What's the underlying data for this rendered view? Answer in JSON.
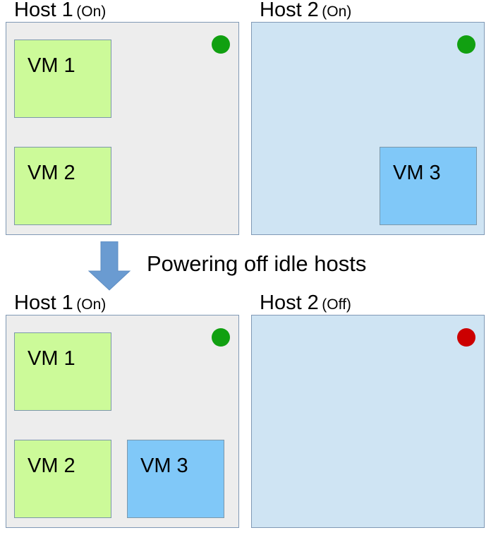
{
  "diagram": {
    "title": "Powering off idle hosts",
    "colors": {
      "host_on_background": "#ededed",
      "host_blue_background": "#cfe4f3",
      "host_border": "#8099b5",
      "vm_green": "#ccfa99",
      "vm_blue": "#80c8f8",
      "vm_border": "#7c98ab",
      "led_on": "#11a011",
      "led_off": "#cc0000",
      "arrow": "#6a9bd1"
    }
  },
  "before": {
    "host1": {
      "name": "Host 1",
      "state": "(On)",
      "led": "green-status-dot",
      "vms": [
        {
          "label": "VM 1",
          "color": "green"
        },
        {
          "label": "VM 2",
          "color": "green"
        }
      ]
    },
    "host2": {
      "name": "Host 2",
      "state": "(On)",
      "led": "green-status-dot",
      "vms": [
        {
          "label": "VM 3",
          "color": "blue"
        }
      ]
    }
  },
  "transition": {
    "caption": "Powering off idle hosts",
    "arrow_icon": "down-arrow-icon"
  },
  "after": {
    "host1": {
      "name": "Host 1",
      "state": "(On)",
      "led": "green-status-dot",
      "vms": [
        {
          "label": "VM 1",
          "color": "green"
        },
        {
          "label": "VM 2",
          "color": "green"
        },
        {
          "label": "VM 3",
          "color": "blue"
        }
      ]
    },
    "host2": {
      "name": "Host 2",
      "state": "(Off)",
      "led": "red-status-dot",
      "vms": []
    }
  }
}
